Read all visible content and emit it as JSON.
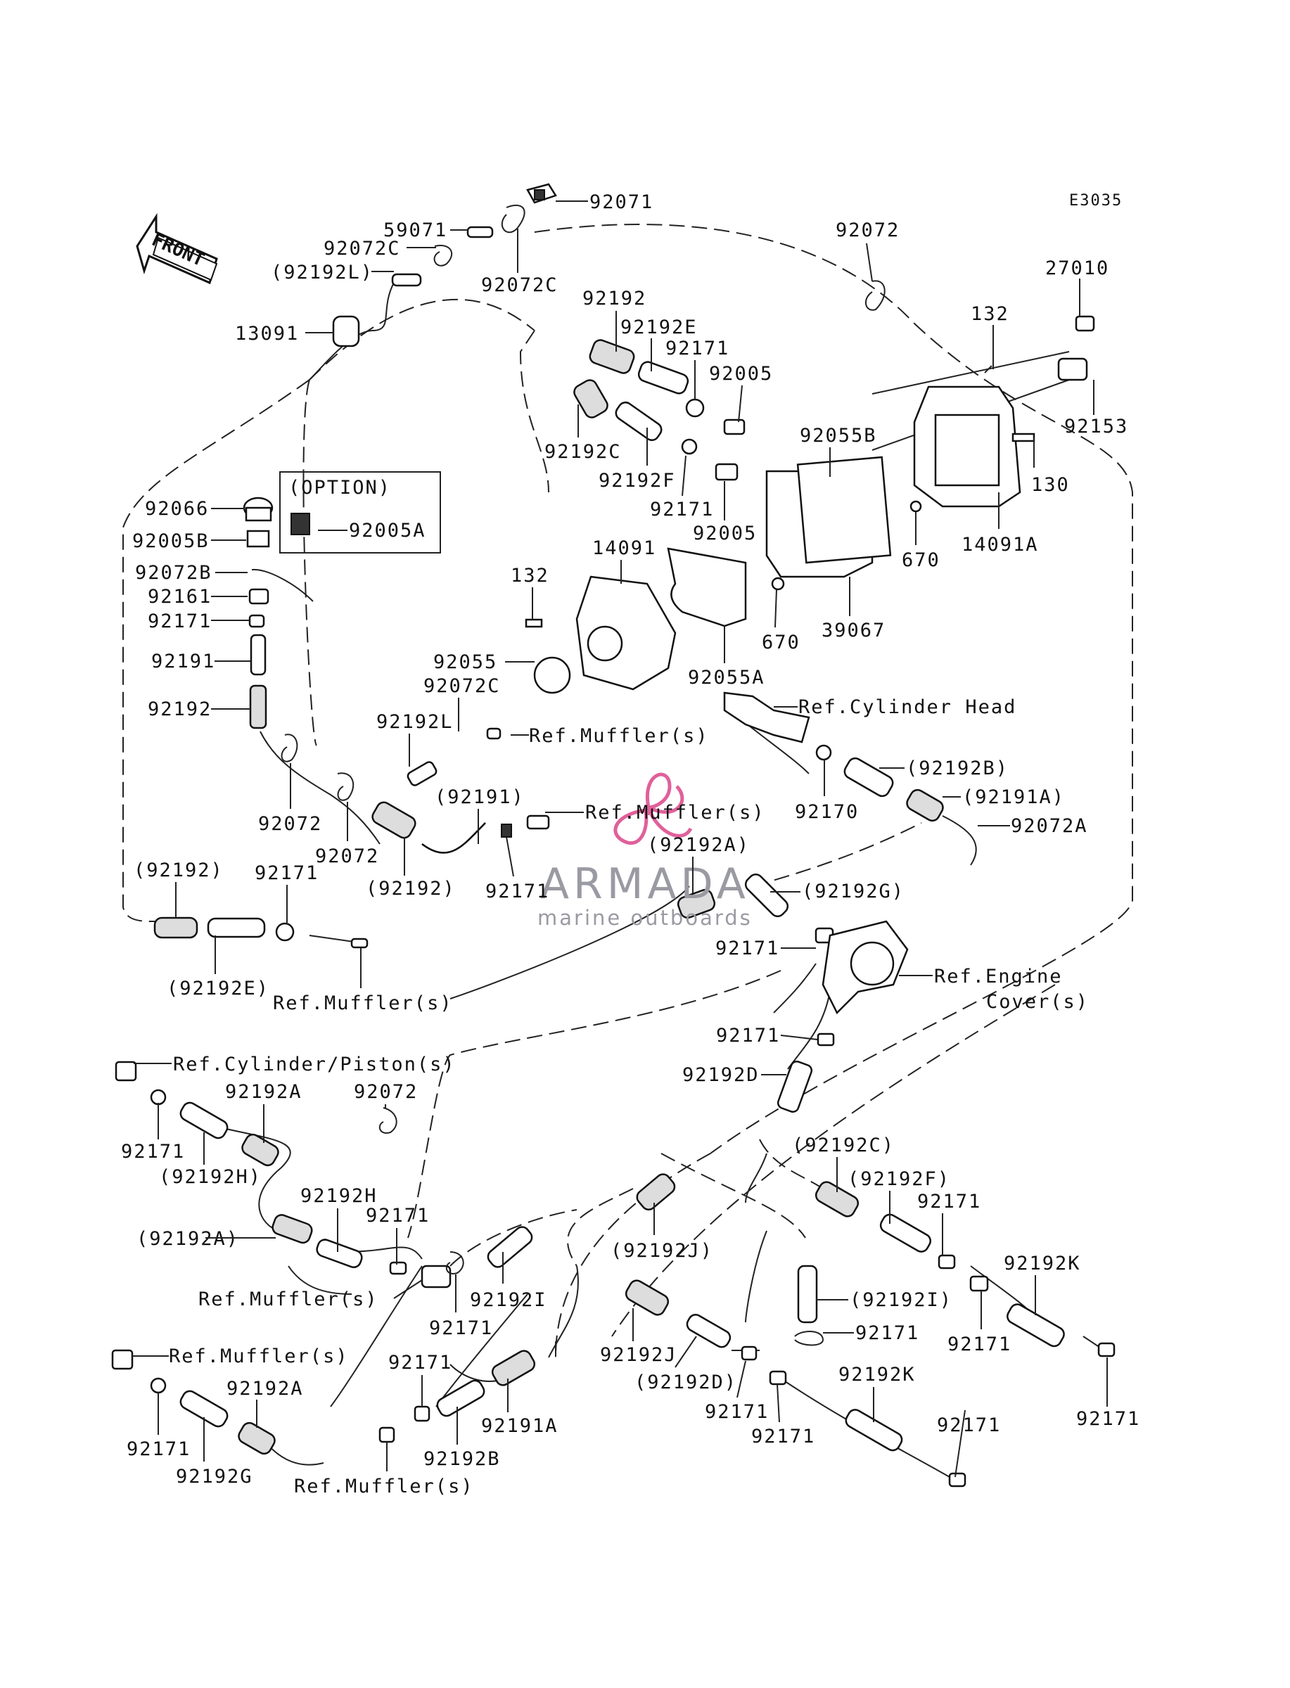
{
  "diagram_code": "E3035",
  "front_label": "FRONT",
  "option_label": "(OPTION)",
  "watermark": {
    "brand": "ARMADA",
    "tagline": "marine outboards",
    "colors": {
      "brand": "#9a9aa3",
      "accent": "#e0609a"
    }
  },
  "labels": {
    "l92071": "92071",
    "l59071": "59071",
    "l92072C_a": "92072C",
    "l92192L_p": "(92192L)",
    "l92072C_b": "92072C",
    "l13091": "13091",
    "l92072_top": "92072",
    "l27010": "27010",
    "l132_a": "132",
    "l92153": "92153",
    "l130": "130",
    "l14091A": "14091A",
    "l92192_a": "92192",
    "l92192E": "92192E",
    "l92171_a": "92171",
    "l92005_a": "92005",
    "l92055B": "92055B",
    "l92192C": "92192C",
    "l92192F": "92192F",
    "l92171_b": "92171",
    "l92005_b": "92005",
    "l670_a": "670",
    "l670_b": "670",
    "l39067": "39067",
    "l14091": "14091",
    "l132_b": "132",
    "l92055": "92055",
    "l92055A": "92055A",
    "l92066": "92066",
    "l92005B": "92005B",
    "l92005A": "92005A",
    "l92072B": "92072B",
    "l92161": "92161",
    "l92171_c": "92171",
    "l92191": "92191",
    "l92192_b": "92192",
    "l92072C_c": "92072C",
    "l92192L": "92192L",
    "ref_muffler_1": "Ref.Muffler(s)",
    "ref_cyl_head": "Ref.Cylinder Head",
    "l92192B_p": "(92192B)",
    "l92191A_p": "(92191A)",
    "l92072A": "92072A",
    "l92170": "92170",
    "l92072_b": "92072",
    "l92072_c": "92072",
    "l92191_p": "(92191)",
    "ref_muffler_2": "Ref.Muffler(s)",
    "l92192A_p": "(92192A)",
    "l92192_p1": "(92192)",
    "l92171_d": "92171",
    "l92192_p2": "(92192)",
    "l92171_e": "92171",
    "l92192G_p": "(92192G)",
    "l92171_f": "92171",
    "ref_engine_cover_1": "Ref.Engine",
    "ref_engine_cover_2": "Cover(s)",
    "l92192E_p": "(92192E)",
    "ref_muffler_3": "Ref.Muffler(s)",
    "l92171_g": "92171",
    "l92192D": "92192D",
    "ref_cyl_piston": "Ref.Cylinder/Piston(s)",
    "l92192A_a": "92192A",
    "l92072_d": "92072",
    "l92171_h": "92171",
    "l92192H_p": "(92192H)",
    "l92192H": "92192H",
    "l92192A_p2": "(92192A)",
    "l92171_i": "92171",
    "ref_muffler_4": "Ref.Muffler(s)",
    "l92171_j": "92171",
    "l92192I": "92192I",
    "l92192J_p": "(92192J)",
    "l92192I_p": "(92192I)",
    "l92171_k": "92171",
    "l92192C_p": "(92192C)",
    "l92192F_p": "(92192F)",
    "l92171_l": "92171",
    "l92192K_a": "92192K",
    "l92171_m": "92171",
    "l92171_n": "92171",
    "ref_muffler_5": "Ref.Muffler(s)",
    "l92192A_b": "92192A",
    "l92171_o": "92171",
    "l92192G": "92192G",
    "l92171_p": "92171",
    "l92192B": "92192B",
    "l92191A": "92191A",
    "ref_muffler_6": "Ref.Muffler(s)",
    "l92192J": "92192J",
    "l92192D_p": "(92192D)",
    "l92171_q": "92171",
    "l92171_r": "92171",
    "l92192K_b": "92192K",
    "l92171_s": "92171"
  }
}
